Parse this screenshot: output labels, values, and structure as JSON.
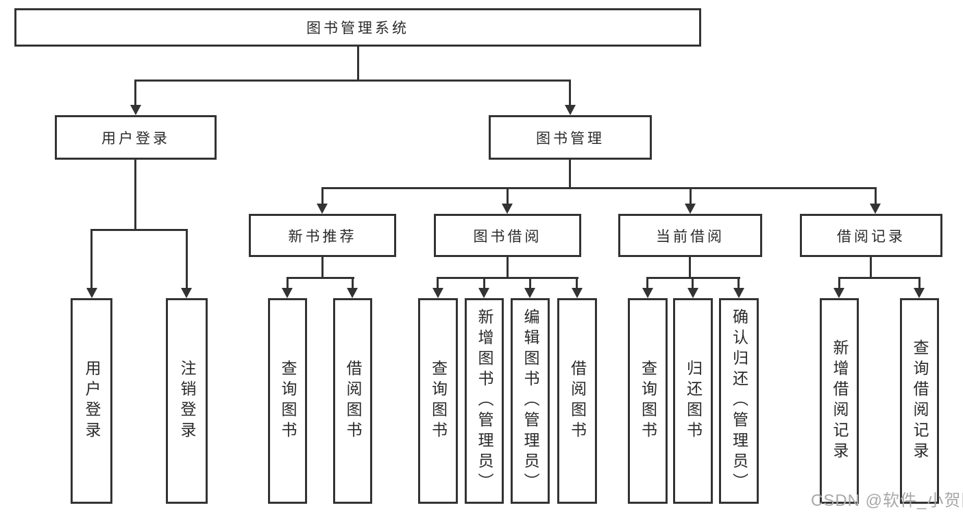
{
  "diagram": {
    "title": "图书管理系统",
    "branches": [
      {
        "label": "用户登录",
        "children": [
          {
            "label": "用户登录"
          },
          {
            "label": "注销登录"
          }
        ]
      },
      {
        "label": "图书管理",
        "children": [
          {
            "label": "新书推荐",
            "children": [
              {
                "label": "查询图书"
              },
              {
                "label": "借阅图书"
              }
            ]
          },
          {
            "label": "图书借阅",
            "children": [
              {
                "label": "查询图书"
              },
              {
                "label": "新增图书（管理员）"
              },
              {
                "label": "编辑图书（管理员）"
              },
              {
                "label": "借阅图书"
              }
            ]
          },
          {
            "label": "当前借阅",
            "children": [
              {
                "label": "查询图书"
              },
              {
                "label": "归还图书"
              },
              {
                "label": "确认归还（管理员）"
              }
            ]
          },
          {
            "label": "借阅记录",
            "children": [
              {
                "label": "新增借阅记录"
              },
              {
                "label": "查询借阅记录"
              }
            ]
          }
        ]
      }
    ]
  },
  "watermark": {
    "text": "CSDN @软件_小贺同学"
  },
  "colors": {
    "line": "#333333",
    "background": "#ffffff",
    "text": "#2a2a2a",
    "watermark": "#a8a8a8"
  }
}
